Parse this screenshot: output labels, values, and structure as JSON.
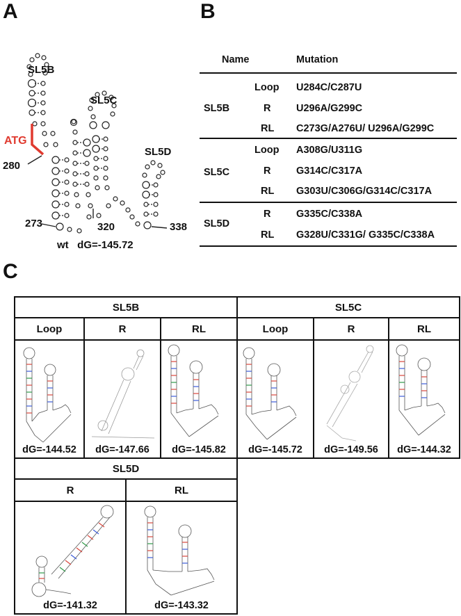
{
  "panels": {
    "a": "A",
    "b": "B",
    "c": "C"
  },
  "panelA": {
    "labels": {
      "sl5b": "SL5B",
      "sl5c": "SL5C",
      "sl5d": "SL5D",
      "atg": "ATG"
    },
    "positions": {
      "p280": "280",
      "p273": "273",
      "p320": "320",
      "p338": "338"
    },
    "caption": "wt   dG=-145.72",
    "colors": {
      "atg": "#e03a2f"
    }
  },
  "panelB": {
    "headers": {
      "name": "Name",
      "mutation": "Mutation"
    },
    "groups": [
      {
        "name": "SL5B",
        "rows": [
          {
            "type": "Loop",
            "mutation": "U284C/C287U"
          },
          {
            "type": "R",
            "mutation": "U296A/G299C"
          },
          {
            "type": "RL",
            "mutation": "C273G/A276U/ U296A/G299C"
          }
        ]
      },
      {
        "name": "SL5C",
        "rows": [
          {
            "type": "Loop",
            "mutation": "A308G/U311G"
          },
          {
            "type": "R",
            "mutation": "G314C/C317A"
          },
          {
            "type": "RL",
            "mutation": "G303U/C306G/G314C/C317A"
          }
        ]
      },
      {
        "name": "SL5D",
        "rows": [
          {
            "type": "R",
            "mutation": "G335C/C338A"
          },
          {
            "type": "RL",
            "mutation": "G328U/C331G/ G335C/C338A"
          }
        ]
      }
    ]
  },
  "panelC": {
    "top": [
      {
        "group": "SL5B",
        "cells": [
          {
            "type": "Loop",
            "dg": "dG=-144.52"
          },
          {
            "type": "R",
            "dg": "dG=-147.66"
          },
          {
            "type": "RL",
            "dg": "dG=-145.82"
          }
        ]
      },
      {
        "group": "SL5C",
        "cells": [
          {
            "type": "Loop",
            "dg": "dG=-145.72"
          },
          {
            "type": "R",
            "dg": "dG=-149.56"
          },
          {
            "type": "RL",
            "dg": "dG=-144.32"
          }
        ]
      }
    ],
    "bottom": {
      "group": "SL5D",
      "cells": [
        {
          "type": "R",
          "dg": "dG=-141.32"
        },
        {
          "type": "RL",
          "dg": "dG=-143.32"
        }
      ]
    },
    "colors": {
      "pairRed": "#d9453b",
      "pairBlue": "#3b5bd9",
      "pairGreen": "#2e9a48",
      "backbone": "#555555"
    }
  }
}
